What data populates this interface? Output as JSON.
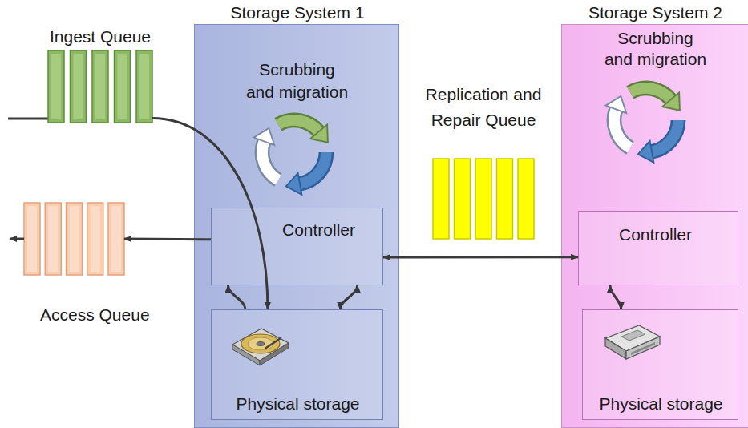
{
  "diagram": {
    "nodes": [
      {
        "text": [
          "Ingest Queue"
        ]
      },
      {
        "text": [
          "Storage System 1",
          "Scrubbing and migration"
        ]
      },
      {
        "text": [
          "Controller"
        ],
        "in": 1
      },
      {
        "text": [
          "Physical storage"
        ],
        "in": 1
      },
      {
        "text": [
          "Access Queue"
        ]
      },
      {
        "text": [
          "Replication and Repair Queue"
        ]
      },
      {
        "text": [
          "Storage System 2",
          "Scrubbing and migration"
        ]
      },
      {
        "text": [
          "Controller"
        ],
        "in": 6
      },
      {
        "text": [
          "Physical storage"
        ],
        "in": 6
      }
    ],
    "edges": [
      {
        "from": 0,
        "to": 3,
        "arrow": "to"
      },
      {
        "from": 3,
        "to": 2,
        "arrow": "to"
      },
      {
        "from": 2,
        "to": 4,
        "arrow": "to"
      },
      {
        "from": 2,
        "to": 3,
        "arrow": "both"
      },
      {
        "from": 2,
        "to": 7,
        "arrow": "both"
      },
      {
        "from": 7,
        "to": 8,
        "arrow": "both"
      }
    ]
  }
}
